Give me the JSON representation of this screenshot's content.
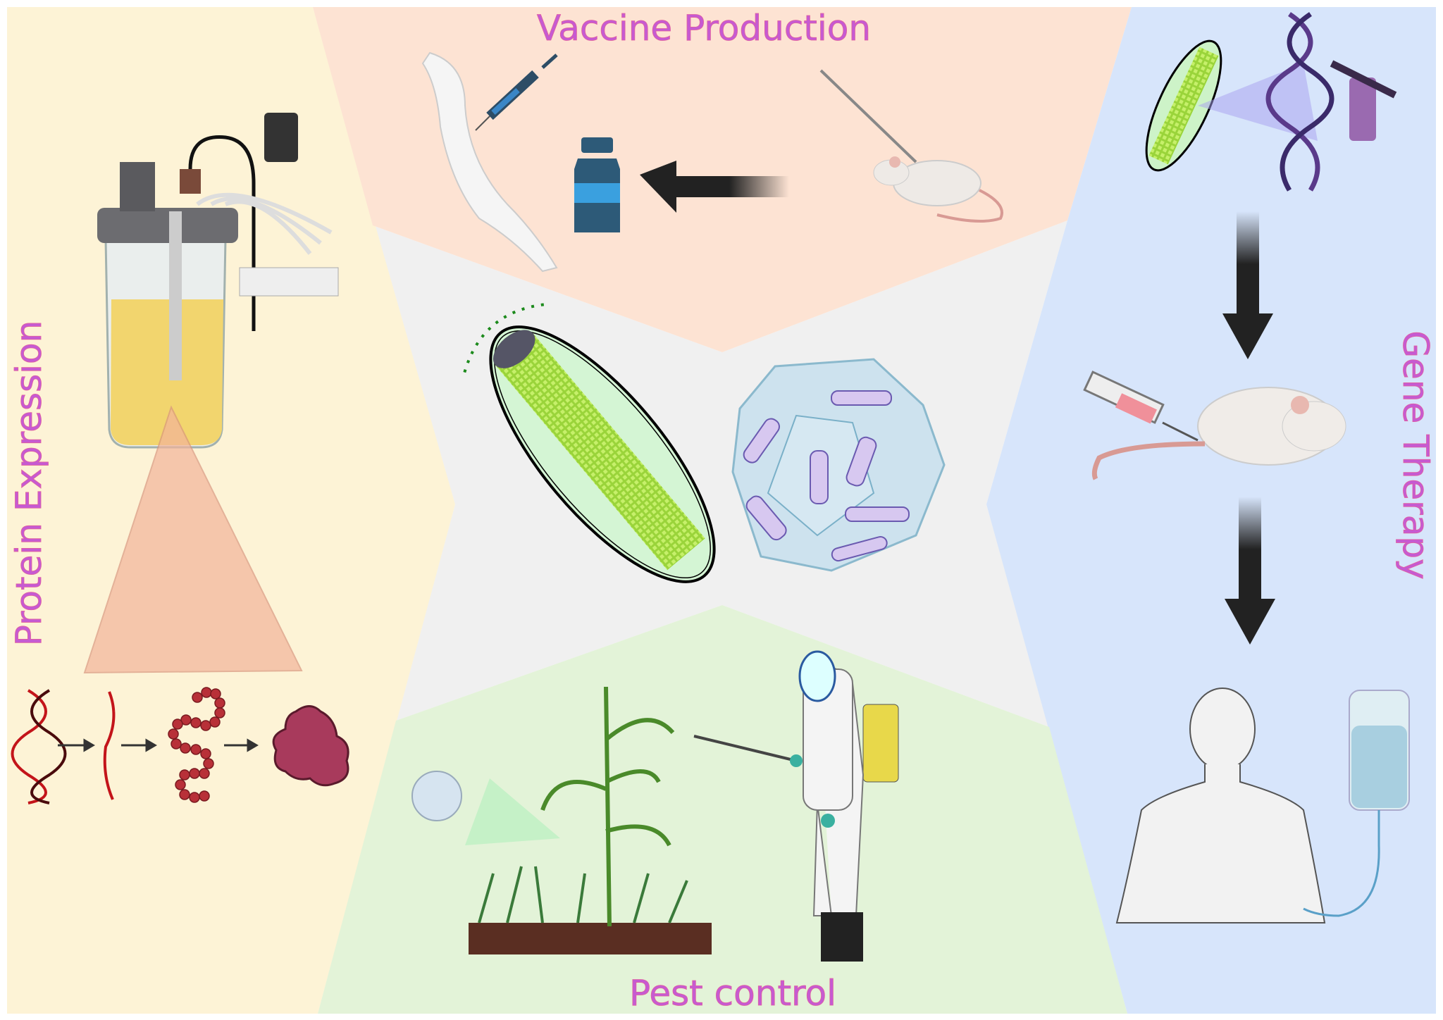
{
  "title_labels": {
    "vaccine": "Vaccine Production",
    "pest": "Pest control",
    "protein": "Protein Expression",
    "gene": "Gene Therapy"
  },
  "colors": {
    "protein_panel": "#fdf3d6",
    "vaccine_panel": "#fde3d3",
    "gene_panel": "#d7e5fb",
    "pest_panel": "#e3f3d8",
    "center_panel": "#f0f0f0",
    "label": "#c65ad2"
  },
  "icons": [
    "bioreactor-icon",
    "dna-icon",
    "mrna-icon",
    "polypeptide-icon",
    "protein-icon",
    "syringe-icon",
    "arm-icon",
    "vaccine-vial-icon",
    "mouse-icon",
    "virus-rod-icon",
    "polyhedron-occlusion-body-icon",
    "corn-plant-icon",
    "sprayer-person-icon",
    "human-patient-icon",
    "iv-bag-icon",
    "hand-pen-icon",
    "arrow-icon"
  ]
}
